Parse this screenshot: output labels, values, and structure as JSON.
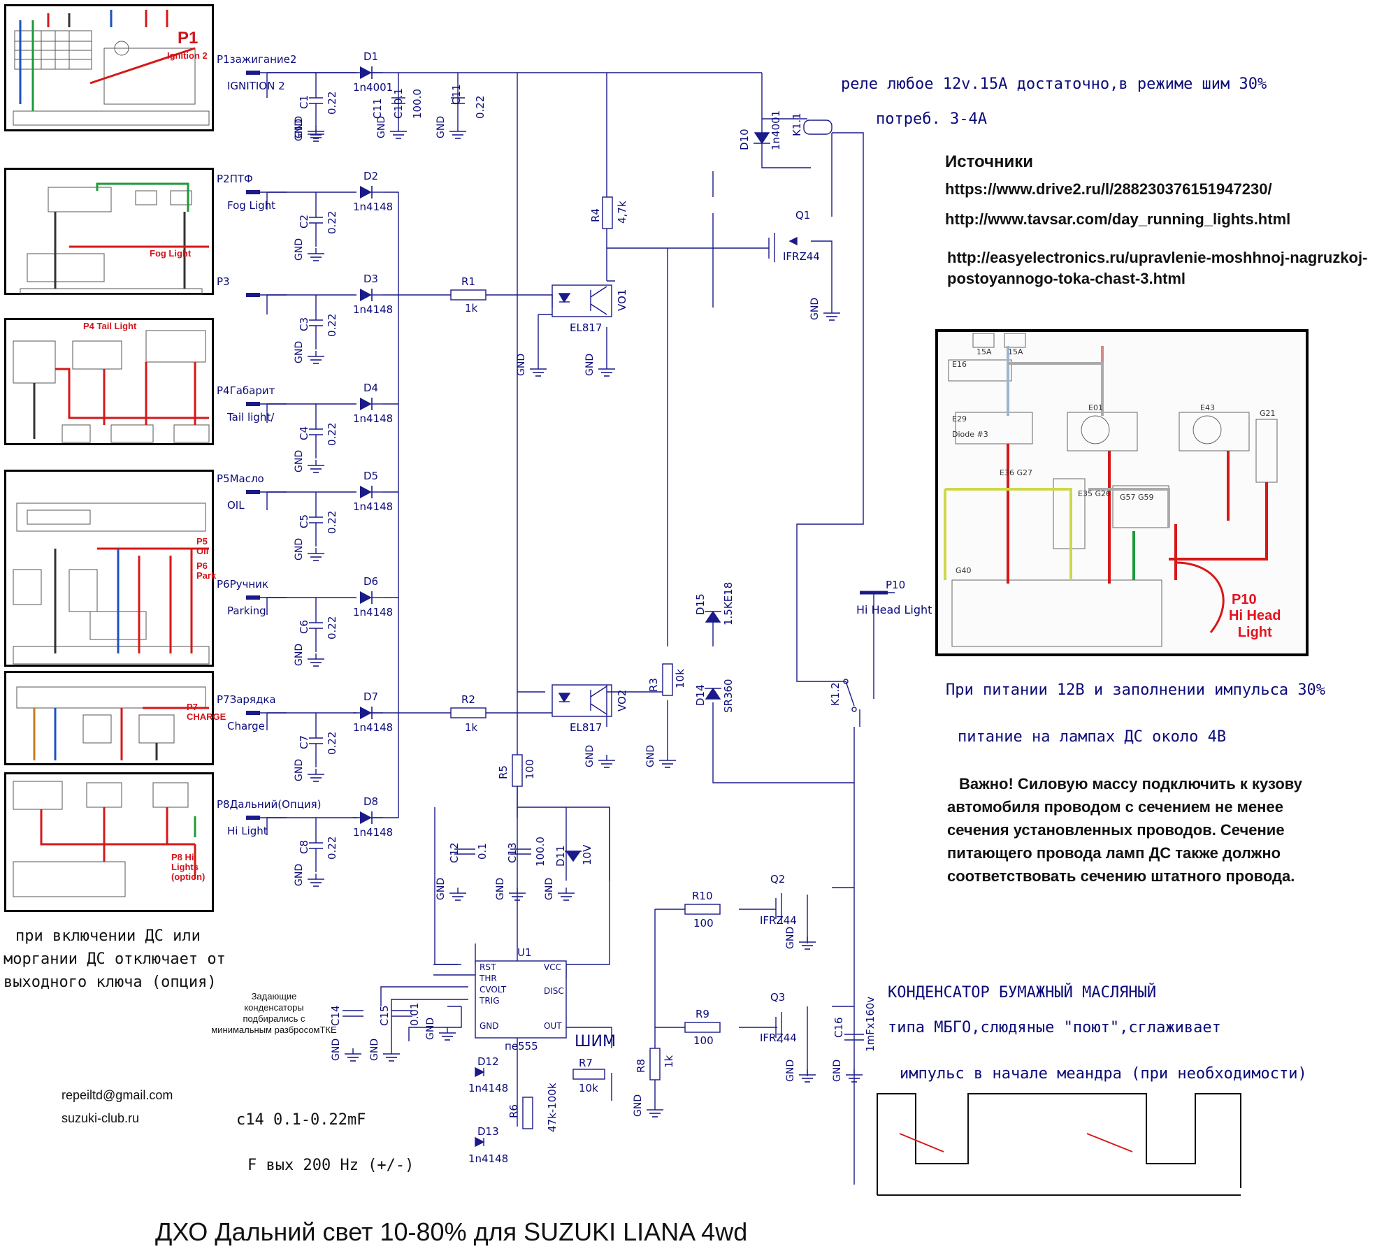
{
  "title": "ДХО Дальний свет 10-80%  для SUZUKI LIANA  4wd",
  "inputs": [
    {
      "port": "P1",
      "name": "зажигание2",
      "label": "IGNITION 2",
      "diode": "D1",
      "diode_value": "1n4001",
      "cap": "C1",
      "cap_value": "0.22"
    },
    {
      "port": "P2",
      "name": "ПТФ",
      "label": "Fog Light",
      "diode": "D2",
      "diode_value": "1n4148",
      "cap": "C2",
      "cap_value": "0.22"
    },
    {
      "port": "P3",
      "name": "",
      "label": "",
      "diode": "D3",
      "diode_value": "1n4148",
      "cap": "C3",
      "cap_value": "0.22"
    },
    {
      "port": "P4",
      "name": "Габарит",
      "label": "Tail light/",
      "diode": "D4",
      "diode_value": "1n4148",
      "cap": "C4",
      "cap_value": "0.22"
    },
    {
      "port": "P5",
      "name": "Масло",
      "label": "OIL",
      "diode": "D5",
      "diode_value": "1n4148",
      "cap": "C5",
      "cap_value": "0.22"
    },
    {
      "port": "P6",
      "name": "Ручник",
      "label": "Parking",
      "diode": "D6",
      "diode_value": "1n4148",
      "cap": "C6",
      "cap_value": "0.22"
    },
    {
      "port": "P7",
      "name": "Зарядка",
      "label": "Charge",
      "diode": "D7",
      "diode_value": "1n4148",
      "cap": "C7",
      "cap_value": "0.22"
    },
    {
      "port": "P8",
      "name": "Дальний(Опция)",
      "label": "Hi Light",
      "diode": "D8",
      "diode_value": "1n4148",
      "cap": "C8",
      "cap_value": "0.22"
    }
  ],
  "components": {
    "c10": {
      "ref": "C10.1",
      "value": "100.0"
    },
    "c11": {
      "ref": "C11",
      "value": "0.22"
    },
    "r1": {
      "ref": "R1",
      "value": "1k"
    },
    "r2": {
      "ref": "R2",
      "value": "1k"
    },
    "r3": {
      "ref": "R3",
      "value": "10k"
    },
    "r4": {
      "ref": "R4",
      "value": "4,7k"
    },
    "r5": {
      "ref": "R5",
      "value": "100"
    },
    "r6": {
      "ref": "R6",
      "value": "47k-100k"
    },
    "r7": {
      "ref": "R7",
      "value": "10k"
    },
    "r8": {
      "ref": "R8",
      "value": "1k"
    },
    "r9": {
      "ref": "R9",
      "value": "100"
    },
    "r10": {
      "ref": "R10",
      "value": "100"
    },
    "vo1": {
      "ref": "VO1",
      "value": "EL817"
    },
    "vo2": {
      "ref": "VO2",
      "value": "EL817"
    },
    "d10": {
      "ref": "D10",
      "value": "1n4001"
    },
    "d11": {
      "ref": "D11",
      "value": "10V"
    },
    "d12": {
      "ref": "D12",
      "value": "1n4148"
    },
    "d13": {
      "ref": "D13",
      "value": "1n4148"
    },
    "d14": {
      "ref": "D14",
      "value": "SR360"
    },
    "d15": {
      "ref": "D15",
      "value": "1.5KE18"
    },
    "c12": {
      "ref": "C12",
      "value": "0.1"
    },
    "c13": {
      "ref": "C13",
      "value": "100.0"
    },
    "c14": {
      "ref": "C14",
      "value": ""
    },
    "c15": {
      "ref": "C15",
      "value": "0.01"
    },
    "c16": {
      "ref": "C16",
      "value": "1mFx160v"
    },
    "q1": {
      "ref": "Q1",
      "value": "IFRZ44"
    },
    "q2": {
      "ref": "Q2",
      "value": "IFRZ44"
    },
    "q3": {
      "ref": "Q3",
      "value": "IFRZ44"
    },
    "k11": {
      "ref": "K1.1"
    },
    "k12": {
      "ref": "K1.2"
    },
    "u1": {
      "ref": "U1",
      "value": "пе555",
      "pins": [
        "RST",
        "THR",
        "CVOLT",
        "TRIG",
        "GND",
        "VCC",
        "DISC",
        "OUT"
      ]
    },
    "p10": {
      "port": "P10",
      "label": "Hi Head Light"
    }
  },
  "gnd_label": "GND",
  "pwm_label": "ШИМ",
  "notes": {
    "relay_line1": "реле любое 12v.15A достаточно,в режиме шим 30%",
    "relay_line2": "потреб. 3-4А",
    "sources_title": "Источники",
    "source_urls": [
      "https://www.drive2.ru/l/288230376151947230/",
      "http://www.tavsar.com/day_running_lights.html",
      "http://easyelectronics.ru/upravlenie-moshhnoj-nagruzkoj-",
      "postoyannogo-toka-chast-3.html"
    ],
    "supply_line1": "При питании 12В и заполнении импульса 30%",
    "supply_line2": "питание на лампах ДС около 4В",
    "important": [
      "Важно! Силовую массу подключить к кузову",
      "автомобиля проводом с сечением не менее",
      "сечения установленных проводов. Сечение",
      "питающего провода ламп ДС также должно",
      "соответствовать сечению штатного провода."
    ],
    "ds_off": [
      "при включении ДС или",
      "моргании ДС отключает от",
      "выходного ключа (опция)"
    ],
    "capacitor_type1": "КОНДЕНСАТОР БУМАЖНЫЙ МАСЛЯНЫЙ",
    "capacitor_type2": "типа МБГО,слюдяные \"поют\",сглаживает",
    "capacitor_type3": "импульс в начале меандра   (при необходимости)",
    "timing_caps": [
      "Задающие",
      "конденсаторы",
      "подбирались с",
      "минимальным разбросомТКЕ"
    ],
    "c14_range": "c14  0.1-0.22mF",
    "freq": "F вых  200 Hz (+/-)",
    "email": "repeiltd@gmail.com",
    "site": "suzuki-club.ru"
  },
  "thumb_labels": {
    "p1": "P1",
    "p1_sub": "Ignition 2",
    "fog": "Fog Light",
    "tail": "P4 Tail Light",
    "oil": "P5\nOil",
    "park": "P6\nPark",
    "charge": "P7\nCHARGE",
    "hi": "P8 Hi\nLights\n(option)"
  },
  "inset": {
    "p10": "P10",
    "p10_sub": "Hi Head\nLight",
    "parts": [
      "E16",
      "E29",
      "E01",
      "E43",
      "G21",
      "E36 G27",
      "E35 G26",
      "G57 G59",
      "G40",
      "15A",
      "15A",
      "Diode #3"
    ]
  },
  "colors": {
    "wire": "#1a1a8a",
    "ink": "#0b0b7a",
    "red": "#d4141b",
    "body": "#111111"
  }
}
